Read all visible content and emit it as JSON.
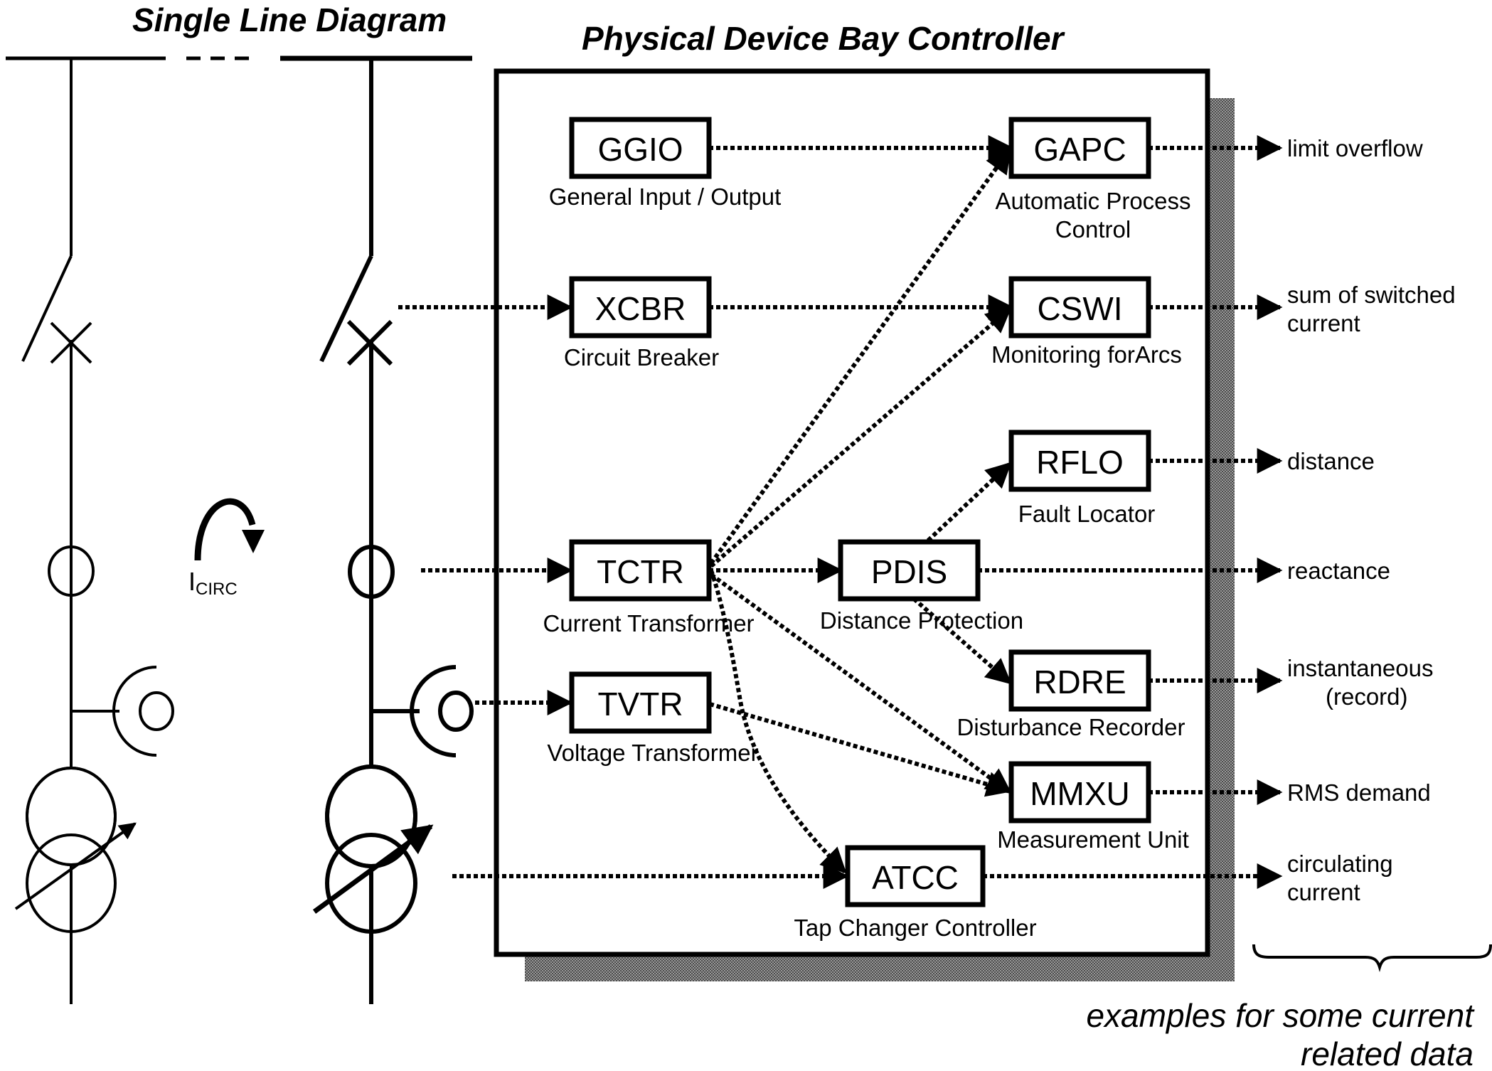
{
  "titles": {
    "single_line": "Single Line Diagram",
    "bay_controller": "Physical Device Bay Controller"
  },
  "circ_label": {
    "main": "I",
    "sub": "CIRC"
  },
  "nodes": {
    "GGIO": {
      "code": "GGIO",
      "label": [
        "General Input / Output"
      ]
    },
    "GAPC": {
      "code": "GAPC",
      "label": [
        "Automatic Process",
        "Control"
      ]
    },
    "XCBR": {
      "code": "XCBR",
      "label": [
        "Circuit Breaker"
      ]
    },
    "CSWI": {
      "code": "CSWI",
      "label": [
        "Monitoring forArcs"
      ]
    },
    "RFLO": {
      "code": "RFLO",
      "label": [
        "Fault Locator"
      ]
    },
    "TCTR": {
      "code": "TCTR",
      "label": [
        "Current Transformer"
      ]
    },
    "PDIS": {
      "code": "PDIS",
      "label": [
        "Distance Protection"
      ]
    },
    "RDRE": {
      "code": "RDRE",
      "label": [
        "Disturbance Recorder"
      ]
    },
    "TVTR": {
      "code": "TVTR",
      "label": [
        "Voltage Transformer"
      ]
    },
    "MMXU": {
      "code": "MMXU",
      "label": [
        "Measurement Unit"
      ]
    },
    "ATCC": {
      "code": "ATCC",
      "label": [
        "Tap Changer Controller"
      ]
    }
  },
  "connections": [
    {
      "from": "GGIO",
      "to": "GAPC"
    },
    {
      "from": "XCBR",
      "to": "CSWI"
    },
    {
      "from": "TCTR",
      "to": "GAPC"
    },
    {
      "from": "TCTR",
      "to": "CSWI"
    },
    {
      "from": "TCTR",
      "to": "PDIS"
    },
    {
      "from": "TCTR",
      "to": "MMXU"
    },
    {
      "from": "TCTR",
      "to": "ATCC"
    },
    {
      "from": "PDIS",
      "to": "RFLO"
    },
    {
      "from": "PDIS",
      "to": "RDRE"
    },
    {
      "from": "TVTR",
      "to": "MMXU"
    }
  ],
  "inputs": [
    {
      "from": "circuit-breaker",
      "to": "XCBR"
    },
    {
      "from": "current-transformer",
      "to": "TCTR"
    },
    {
      "from": "voltage-transformer",
      "to": "TVTR"
    },
    {
      "from": "tap-changer-transformer",
      "to": "ATCC"
    }
  ],
  "outputs": [
    {
      "from": "GAPC",
      "lines": [
        "limit overflow"
      ]
    },
    {
      "from": "CSWI",
      "lines": [
        "sum of switched",
        "current"
      ]
    },
    {
      "from": "RFLO",
      "lines": [
        "distance"
      ]
    },
    {
      "from": "PDIS",
      "lines": [
        "reactance"
      ]
    },
    {
      "from": "RDRE",
      "lines": [
        "instantaneous",
        "(record)"
      ]
    },
    {
      "from": "MMXU",
      "lines": [
        "RMS demand"
      ]
    },
    {
      "from": "ATCC",
      "lines": [
        "circulating",
        "current"
      ]
    }
  ],
  "caption": [
    "examples for some current",
    "related data"
  ],
  "colors": {
    "ink": "#000000",
    "shadow": "#7a7a7a",
    "background": "#ffffff"
  }
}
